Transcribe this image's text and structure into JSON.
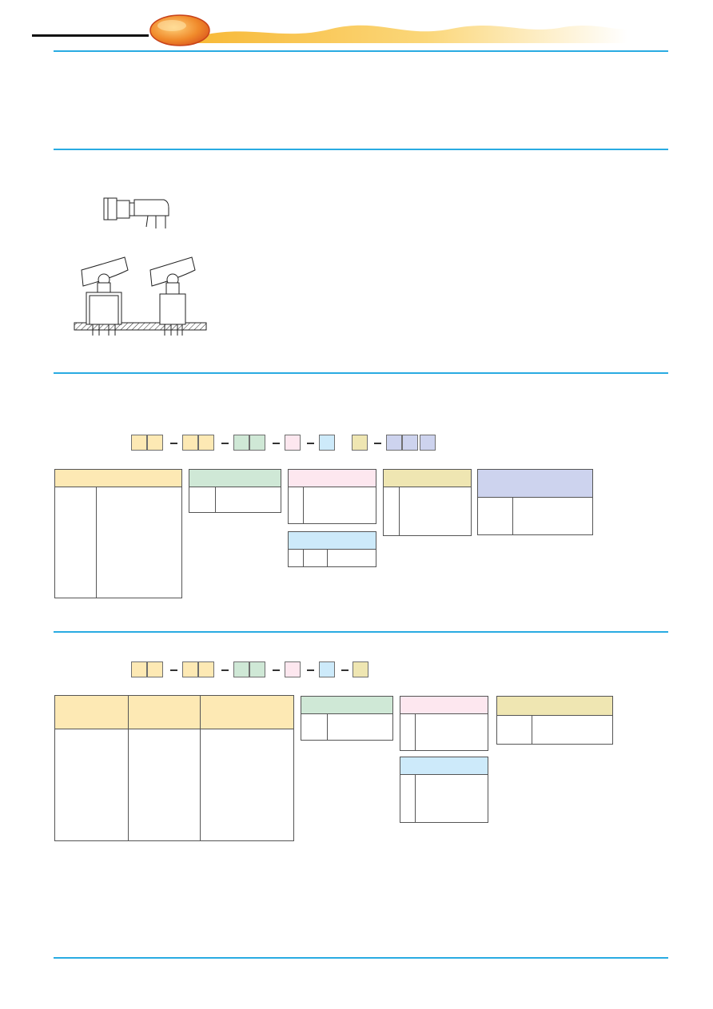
{
  "colors": {
    "rule": "#29abe2",
    "accent_orange": "#f39a2c",
    "yellow": "#fde9b4",
    "green": "#cfe8d6",
    "pink": "#fde7ef",
    "blue": "#cdeafa",
    "olive": "#efe6b2",
    "lavender": "#cdd3ee"
  },
  "header": {
    "icon": "orange-swoosh-logo"
  },
  "drawings": {
    "top_view": "switch-side-view-drawing",
    "mount_view": "rocker-switch-mount-drawing"
  },
  "part_number_1": {
    "groups": [
      "yellow",
      "yellow",
      "green",
      "pink",
      "blue",
      "olive",
      "lavender"
    ]
  },
  "part_number_2": {
    "groups": [
      "yellow",
      "yellow",
      "green",
      "pink",
      "blue",
      "olive"
    ]
  }
}
